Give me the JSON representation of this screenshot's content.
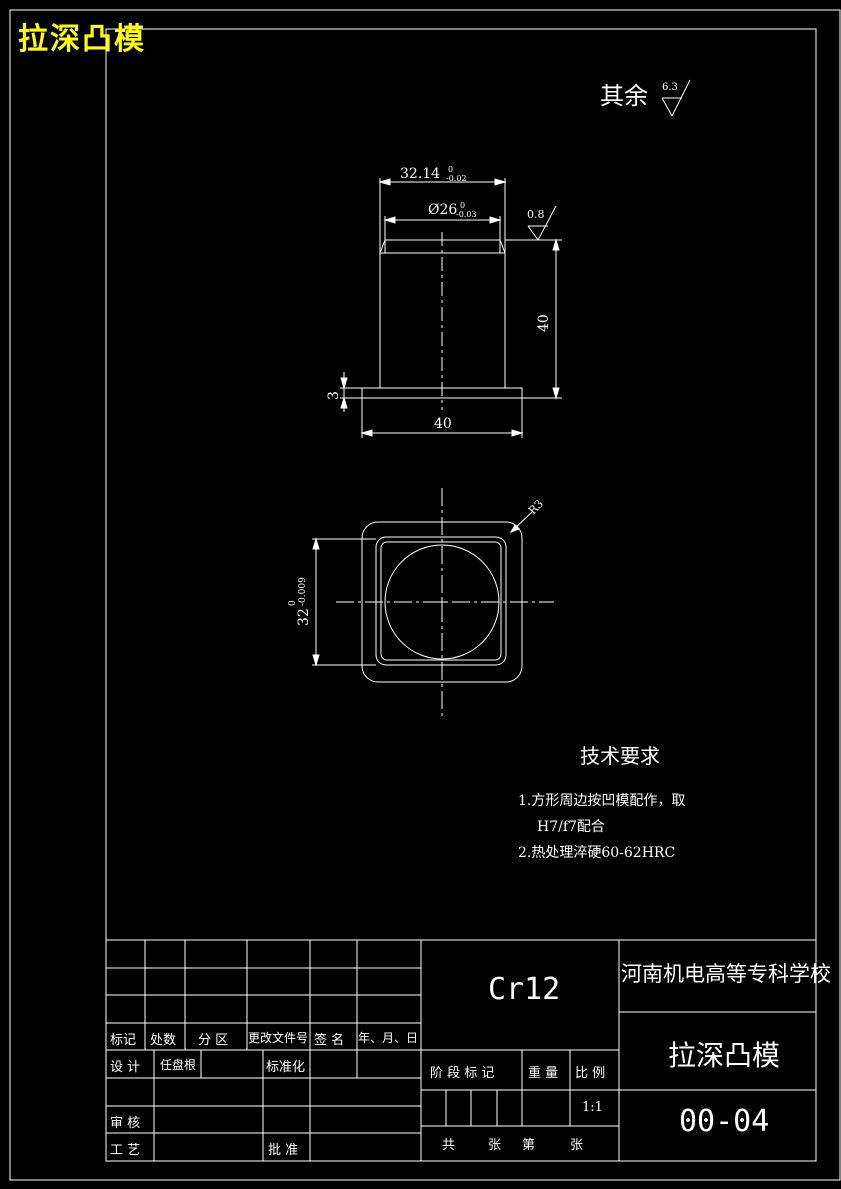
{
  "sheet": {
    "corner_title": "拉深凸模",
    "roughness_rest_label": "其余",
    "roughness_rest_value": "6.3",
    "colors": {
      "background": "#000000",
      "lines": "#ffffff",
      "title": "#ffff00"
    }
  },
  "front_view": {
    "dim_width_top": "32.14",
    "dim_width_top_tol_upper": "0",
    "dim_width_top_tol_lower": "-0.02",
    "dim_diameter": "Ø26",
    "dim_diameter_tol_upper": "0",
    "dim_diameter_tol_lower": "-0.03",
    "roughness_top": "0.8",
    "dim_height": "40",
    "dim_flange_height": "3",
    "dim_base_width": "40"
  },
  "top_view": {
    "dim_radius": "R3",
    "dim_side": "32",
    "dim_side_tol_upper": "0",
    "dim_side_tol_lower": "-0.009"
  },
  "technical_requirements": {
    "heading": "技术要求",
    "item1_line1": "1.方形周边按凹模配作，取",
    "item1_line2": "H7/f7配合",
    "item2": "2.热处理淬硬60-62HRC"
  },
  "title_block": {
    "material": "Cr12",
    "school": "河南机电高等专科学校",
    "part_name": "拉深凸模",
    "drawing_number": "00-04",
    "scale": "1:1",
    "rev_mark": "标记",
    "rev_count": "处数",
    "rev_zone": "分 区",
    "rev_doc": "更改文件号",
    "rev_sign": "签 名",
    "rev_date": "年、月、日",
    "design": "设 计",
    "design_name": "任盘根",
    "standardize": "标准化",
    "review": "审 核",
    "process": "工 艺",
    "approve": "批 准",
    "stage_mark": "阶 段 标 记",
    "weight": "重 量",
    "ratio": "比 例",
    "total_sheets": "共",
    "sheets_unit1": "张",
    "sheet_no": "第",
    "sheets_unit2": "张"
  }
}
